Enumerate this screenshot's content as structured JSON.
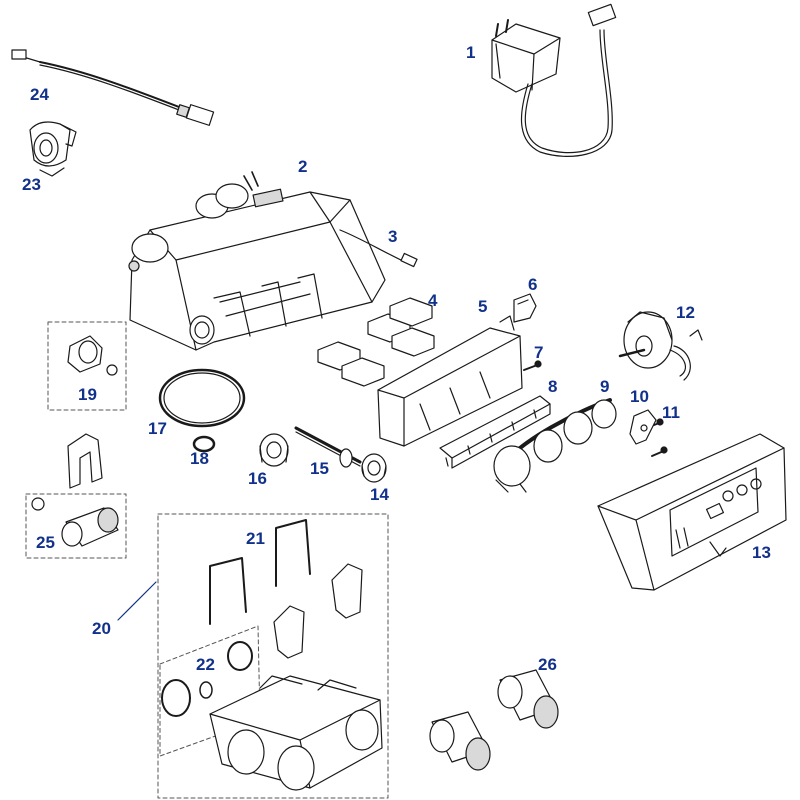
{
  "colors": {
    "label": "#12318a",
    "stroke": "#1a1a1a",
    "part_fill": "#ffffff",
    "shade": "#d9d9d9",
    "dash": "#555555"
  },
  "icons": [
    "power-adapter-icon",
    "valve-body-icon",
    "piston-assembly-icon",
    "motor-icon",
    "controller-housing-icon",
    "cable-icon",
    "clip-icon",
    "o-ring-icon",
    "fitting-icon"
  ],
  "labels": {
    "n1": "1",
    "n2": "2",
    "n3": "3",
    "n4": "4",
    "n5": "5",
    "n6": "6",
    "n7": "7",
    "n8": "8",
    "n9": "9",
    "n10": "10",
    "n11": "11",
    "n12": "12",
    "n13": "13",
    "n14": "14",
    "n15": "15",
    "n16": "16",
    "n17": "17",
    "n18": "18",
    "n19": "19",
    "n20": "20",
    "n21": "21",
    "n22": "22",
    "n23": "23",
    "n24": "24",
    "n25": "25",
    "n26": "26"
  }
}
